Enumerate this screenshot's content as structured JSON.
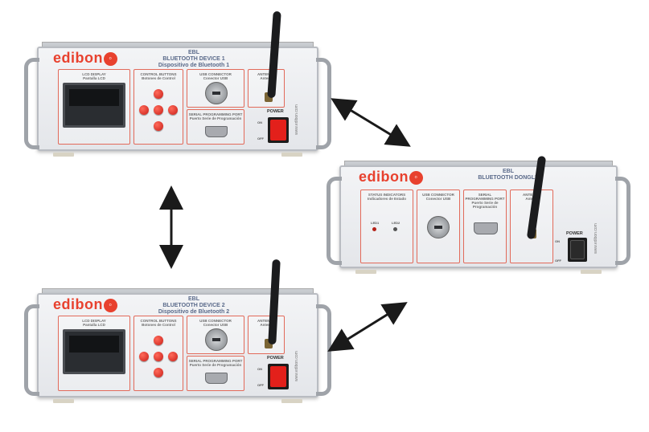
{
  "image": "three EDIBON bluetooth training units connected by double-headed arrows",
  "brand": "edibon",
  "device1": {
    "model": "EBL",
    "name": "BLUETOOTH DEVICE 1",
    "name_es": "Dispositivo de Bluetooth 1",
    "lcd_label": "LCD DISPLAY",
    "lcd_label_es": "Pantalla LCD",
    "control_label": "CONTROL BUTTONS",
    "control_label_es": "Botones de Control",
    "usb_label": "USB CONNECTOR",
    "usb_label_es": "Conector USB",
    "antenna_label": "ANTENNA",
    "antenna_label_es": "Antena",
    "serial_label": "SERIAL PROGRAMMING PORT",
    "serial_label_es": "Puerto Serie de Programación",
    "power_label": "POWER",
    "on": "ON",
    "off": "OFF",
    "url": "www.edibon.com"
  },
  "device2": {
    "model": "EBL",
    "name": "BLUETOOTH DEVICE 2",
    "name_es": "Dispositivo de Bluetooth 2",
    "lcd_label": "LCD DISPLAY",
    "lcd_label_es": "Pantalla LCD",
    "control_label": "CONTROL BUTTONS",
    "control_label_es": "Botones de Control",
    "usb_label": "USB CONNECTOR",
    "usb_label_es": "Conector USB",
    "antenna_label": "ANTENNA",
    "antenna_label_es": "Antena",
    "serial_label": "SERIAL PROGRAMMING PORT",
    "serial_label_es": "Puerto Serie de Programación",
    "power_label": "POWER",
    "on": "ON",
    "off": "OFF",
    "url": "www.edibon.com"
  },
  "dongle": {
    "model": "EBL",
    "name": "BLUETOOTH DONGLE",
    "status_label": "STATUS INDICATORS",
    "status_label_es": "Indicadores de Estado",
    "led1": "LED1",
    "led2": "LED2",
    "usb_label": "USB CONNECTOR",
    "usb_label_es": "Conector USB",
    "serial_label": "SERIAL PROGRAMMING PORT",
    "serial_label_es": "Puerto Serie de Programación",
    "antenna_label": "ANTENNA",
    "antenna_label_es": "Antena",
    "power_label": "POWER",
    "on": "ON",
    "off": "OFF",
    "url": "www.edibon.com"
  },
  "colors": {
    "accent": "#e8412e",
    "panel": "#eceef1",
    "arrow": "#1a1a1a"
  }
}
